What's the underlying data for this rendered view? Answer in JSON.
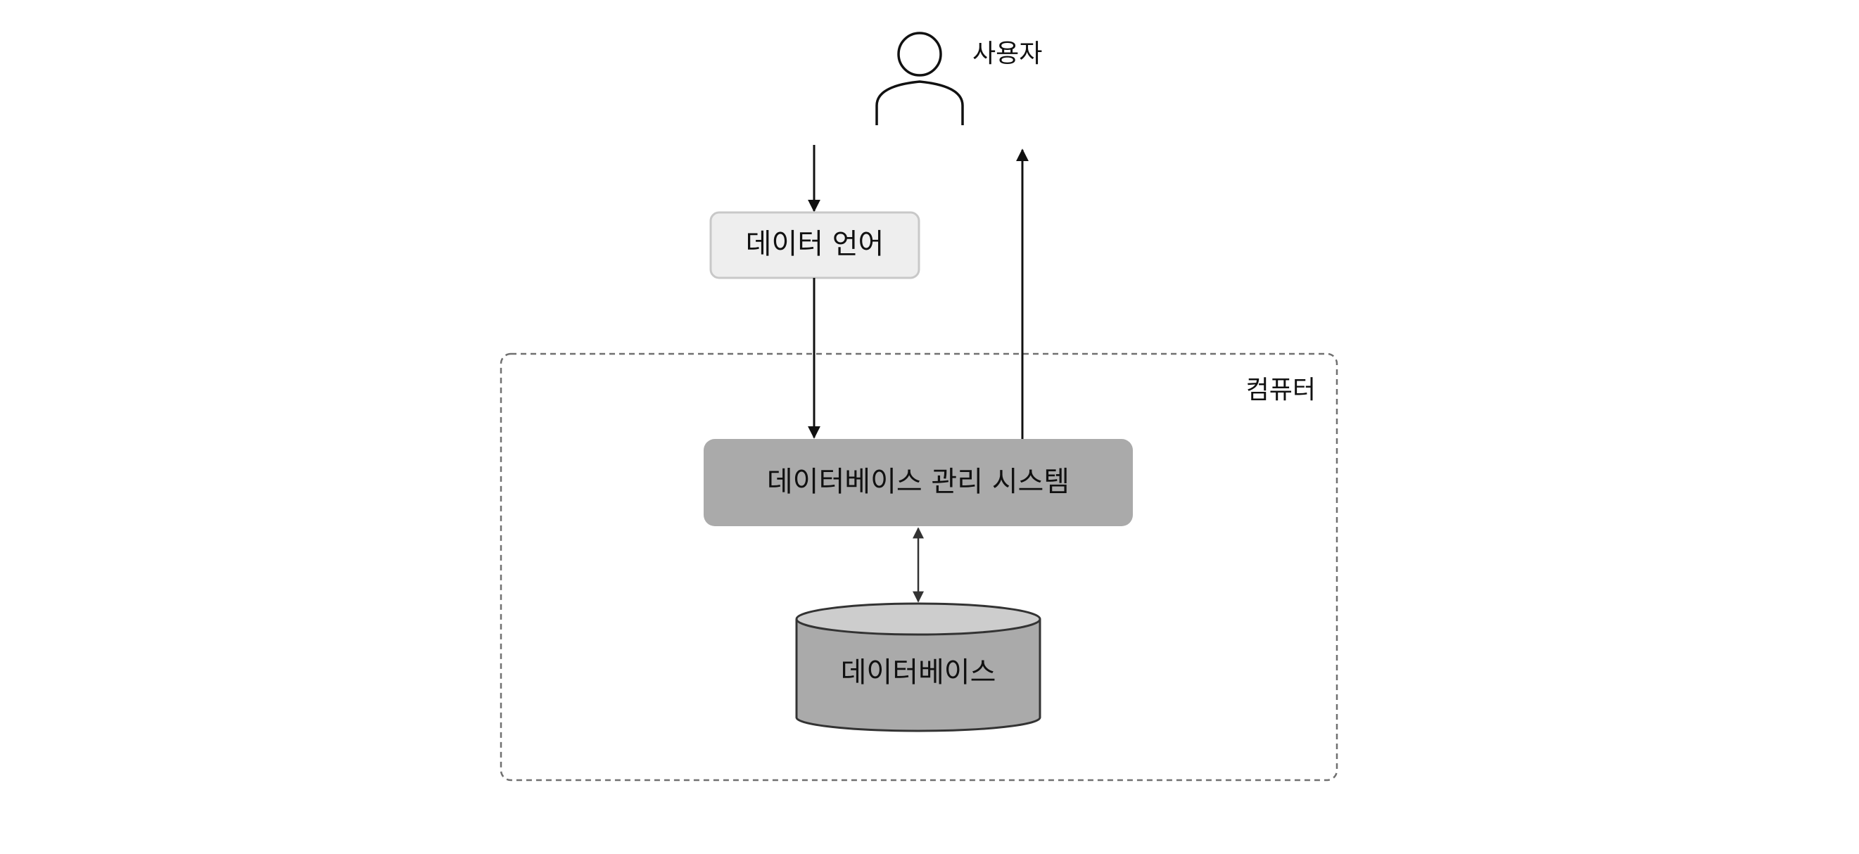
{
  "diagram": {
    "user": {
      "label": "사용자"
    },
    "data_language": {
      "label": "데이터 언어"
    },
    "computer": {
      "label": "컴퓨터"
    },
    "dbms": {
      "label": "데이터베이스 관리 시스템"
    },
    "database": {
      "label": "데이터베이스"
    }
  },
  "colors": {
    "line": "#111111",
    "dashed_border": "#707070",
    "data_language_fill": "#eeeeee",
    "data_language_border": "#c8c8c8",
    "dbms_fill": "#aaaaaa",
    "database_fill": "#aaaaaa",
    "database_top_fill": "#cdcdcd",
    "database_border": "#333333"
  }
}
